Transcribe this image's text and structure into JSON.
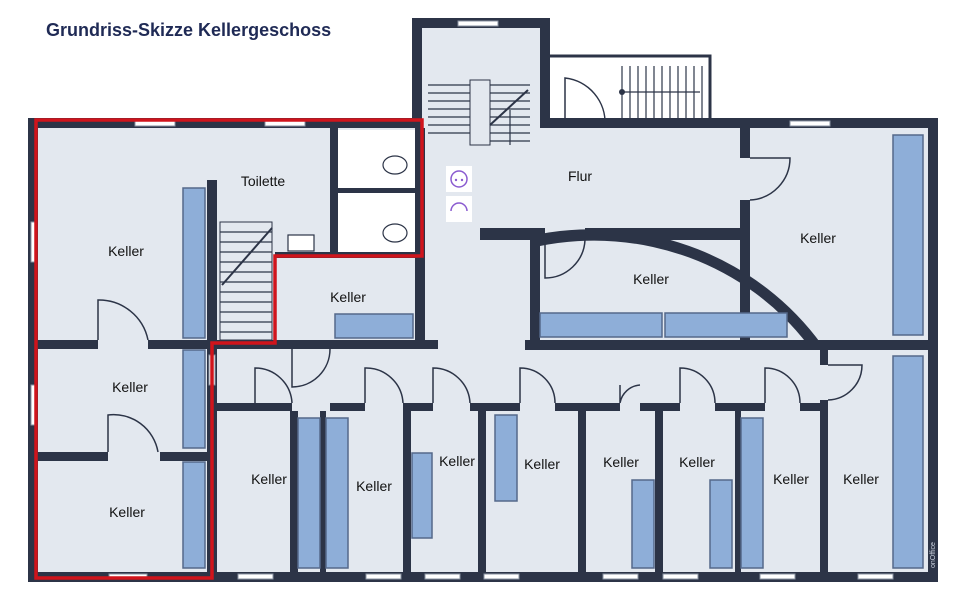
{
  "title": "Grundriss-Skizze Kellergeschoss",
  "rooms": {
    "toilette": "Toilette",
    "flur": "Flur",
    "keller": "Keller"
  },
  "watermark": "onOffice",
  "icons": [
    "chat-bubble-icon",
    "ai-headset-icon"
  ],
  "colors": {
    "wall": "#2c3447",
    "floor": "#e3e8ef",
    "storage": "#8eaed8",
    "highlight": "#d0141c",
    "title": "#1f2a55"
  }
}
